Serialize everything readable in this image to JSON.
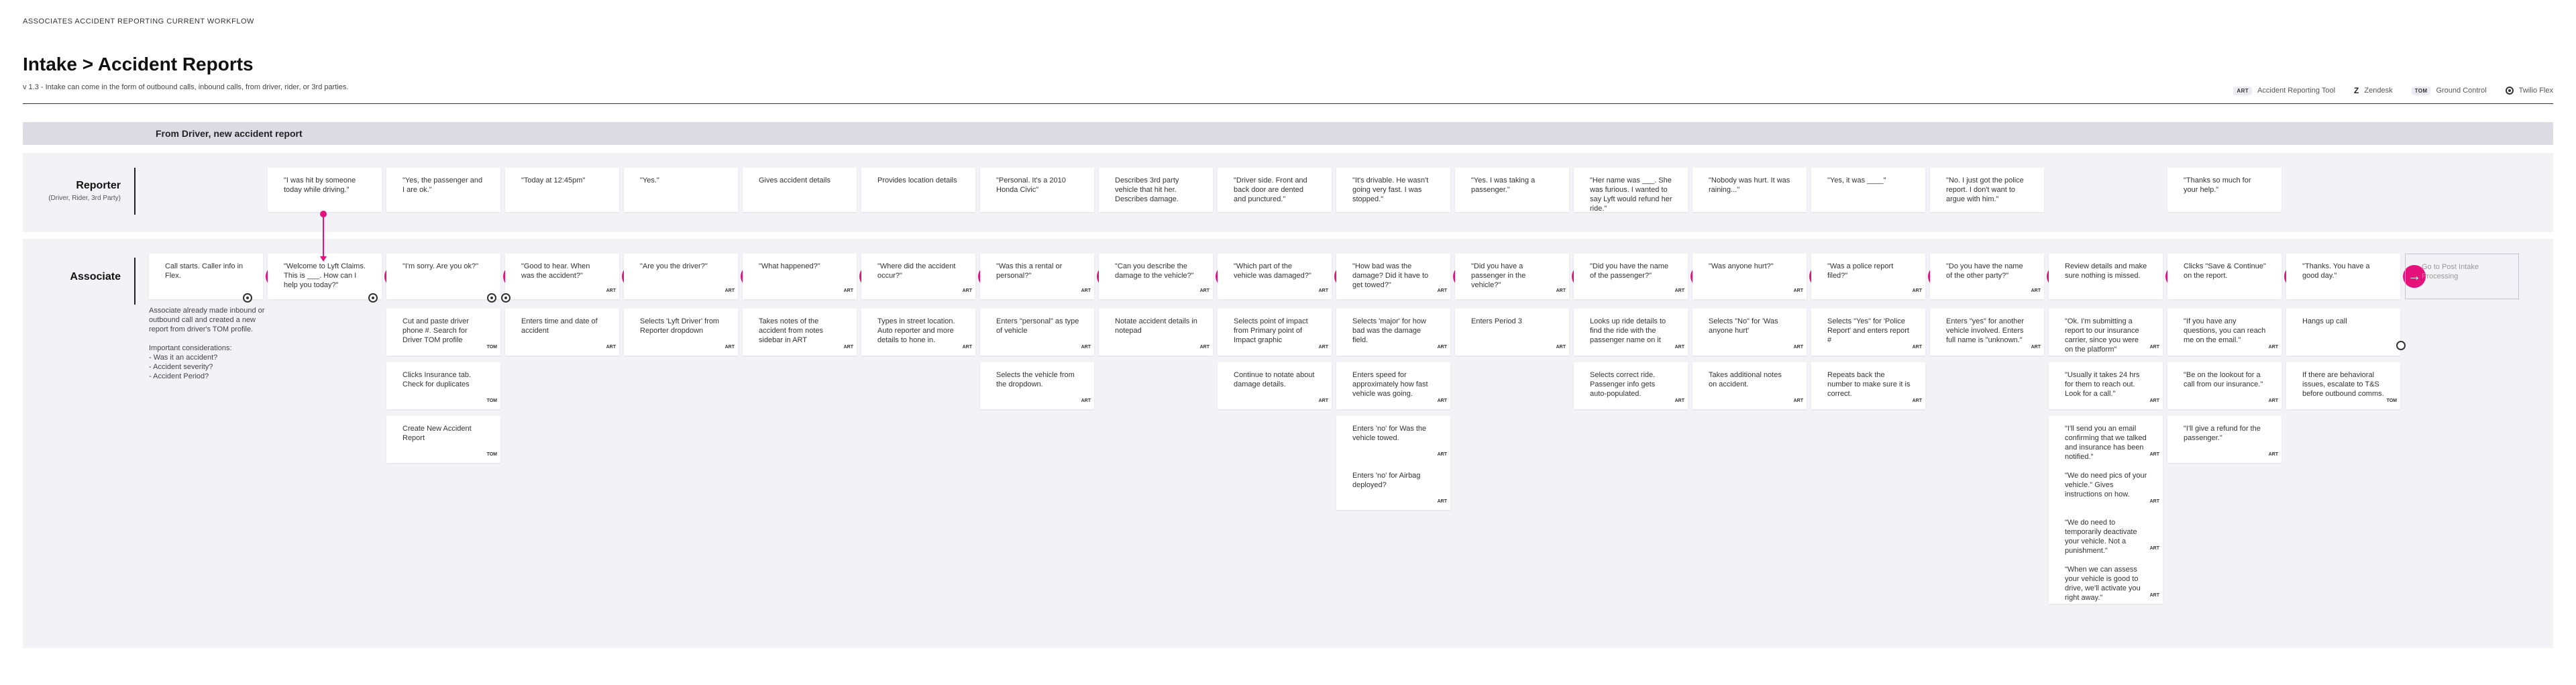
{
  "kicker": "ASSOCIATES ACCIDENT REPORTING CURRENT WORKFLOW",
  "title": "Intake > Accident Reports",
  "subtitle": "v 1.3 - Intake can come in the form of outbound calls, inbound calls, from driver, rider, or 3rd parties.",
  "legend": [
    {
      "tag": "ART",
      "label": "Accident Reporting Tool",
      "icon": "art-tag-icon"
    },
    {
      "tag": "Z",
      "label": "Zendesk",
      "icon": "zendesk-icon"
    },
    {
      "tag": "TOM",
      "label": "Ground Control",
      "icon": "tom-tag-icon"
    },
    {
      "tag": "",
      "label": "Twilio Flex",
      "icon": "twilio-icon"
    }
  ],
  "section_header": "From Driver, new accident report",
  "lanes": {
    "reporter": {
      "label": "Reporter",
      "sub": "(Driver, Rider, 3rd Party)"
    },
    "associate": {
      "label": "Associate"
    }
  },
  "reporter_cards": [
    "\"I was hit by someone today while driving.\"",
    "\"Yes, the passenger and I are ok.\"",
    "\"Today at 12:45pm\"",
    "\"Yes.\"",
    "Gives accident details",
    "Provides location details",
    "\"Personal. It's a 2010 Honda Civic\"",
    "Describes 3rd party vehicle that hit her. Describes damage.",
    "\"Driver side. Front and back door are dented and punctured.\"",
    "\"It's drivable. He wasn't going very fast. I was stopped.\"",
    "\"Yes. I was taking a passenger.\"",
    "\"Her name was ___. She was furious. I wanted to say Lyft would refund her ride.\"",
    "\"Nobody was hurt. It was raining...\"",
    "\"Yes, it was ____\"",
    "\"No. I just got the police report. I don't want to argue with him.\"",
    "\"Thanks so much for your help.\""
  ],
  "associate_cards": [
    "Call starts. Caller info in Flex.",
    "\"Welcome to Lyft Claims. This is ___. How can I help you today?\"",
    "\"I'm sorry. Are you ok?\"",
    "\"Good to hear. When was the accident?\"",
    "\"Are you the driver?\"",
    "\"What happened?\"",
    "\"Where did the accident occur?\"",
    "\"Was this a rental or personal?\"",
    "\"Can you describe the damage to the vehicle?\"",
    "\"Which part of the vehicle was damaged?\"",
    "\"How bad was the damage? Did it have to get towed?\"",
    "\"Did you have a passenger in the vehicle?\"",
    "\"Did you have the name of the passenger?\"",
    "\"Was anyone hurt?\"",
    "\"Was a police report filed?\"",
    "\"Do you have the name of the other party?\"",
    "Review details and make sure nothing is missed.",
    "Clicks \"Save & Continue\" on the report.",
    "\"Thanks. You have a good day.\"",
    "Go to Post Intake Processing"
  ],
  "associate_notes": "Associate already made inbound or outbound call and created a new report from driver's TOM profile.\n\nImportant considerations:\n- Was it an accident?\n- Accident severity?\n- Accident Period?",
  "sub_cards": [
    {
      "text": "Cut and paste driver phone #. Search for Driver TOM profile",
      "tag": "TOM"
    },
    {
      "text": "Clicks Insurance tab. Check for duplicates",
      "tag": "TOM"
    },
    {
      "text": "Create New Accident Report",
      "tag": "TOM"
    },
    {
      "text": "Enters time and date of accident",
      "tag": "ART"
    },
    {
      "text": "Selects 'Lyft Driver' from Reporter dropdown",
      "tag": "ART"
    },
    {
      "text": "Takes notes of the accident from notes sidebar in ART",
      "tag": "ART"
    },
    {
      "text": "Types in street location. Auto reporter and more details to hone in.",
      "tag": "ART"
    },
    {
      "text": "Enters \"personal\" as type of vehicle",
      "tag": "ART"
    },
    {
      "text": "Selects the vehicle from the dropdown.",
      "tag": "ART"
    },
    {
      "text": "Notate accident details in notepad",
      "tag": "ART"
    },
    {
      "text": "Selects point of impact from Primary point of Impact graphic",
      "tag": "ART"
    },
    {
      "text": "Continue to notate about damage details.",
      "tag": "ART"
    },
    {
      "text": "Selects 'major' for how bad was the damage field.",
      "tag": "ART"
    },
    {
      "text": "Enters speed for approximately how fast vehicle was going.",
      "tag": "ART"
    },
    {
      "text": "Enters 'no' for Was the vehicle towed.",
      "tag": "ART"
    },
    {
      "text": "Enters 'no' for Airbag deployed?",
      "tag": "ART"
    },
    {
      "text": "Enters Period 3",
      "tag": "ART"
    },
    {
      "text": "Looks up ride details to find the ride with the passenger name on it",
      "tag": "ART"
    },
    {
      "text": "Selects correct ride. Passenger info gets auto-populated.",
      "tag": "ART"
    },
    {
      "text": "Selects \"No\" for 'Was anyone hurt'",
      "tag": "ART"
    },
    {
      "text": "Takes additional notes on accident.",
      "tag": "ART"
    },
    {
      "text": "Selects \"Yes\" for 'Police Report' and enters report #",
      "tag": "ART"
    },
    {
      "text": "Repeats back the number to make sure it is correct.",
      "tag": "ART"
    },
    {
      "text": "Enters \"yes\" for another vehicle involved. Enters full name is \"unknown.\"",
      "tag": "ART"
    },
    {
      "text": "\"Ok. I'm submitting a report to our insurance carrier, since you were on the platform\"",
      "tag": "ART"
    },
    {
      "text": "\"Usually it takes 24 hrs for them to reach out. Look for a call.\"",
      "tag": "ART"
    },
    {
      "text": "\"I'll send you an email confirming that we talked and insurance has been notified.\"",
      "tag": "ART"
    },
    {
      "text": "\"We do need pics of your vehicle.\" Gives instructions on how.",
      "tag": "ART"
    },
    {
      "text": "\"We do need to temporarily deactivate your vehicle. Not a punishment.\"",
      "tag": "ART"
    },
    {
      "text": "\"When we can assess your vehicle is good to drive, we'll activate you right away.\"",
      "tag": "ART"
    },
    {
      "text": "\"If you have any questions, you can reach me on the email.\"",
      "tag": "ART"
    },
    {
      "text": "\"Be on the lookout for a call from our insurance.\"",
      "tag": "ART"
    },
    {
      "text": "\"I'll give a refund for the passenger.\"",
      "tag": "ART"
    },
    {
      "text": "Hangs up call",
      "tag": ""
    },
    {
      "text": "If there are behavioral issues, escalate to T&S before outbound comms.",
      "tag": "TOM"
    }
  ]
}
